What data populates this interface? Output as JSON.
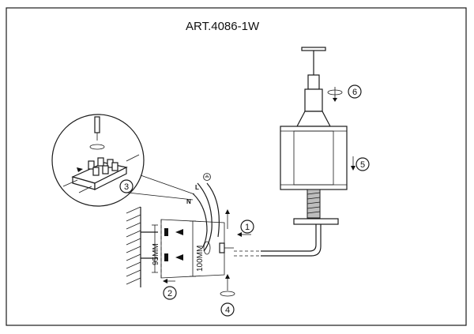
{
  "title": "ART.4086-1W",
  "dimensions": {
    "height_a": "95MM",
    "height_b": "100MM"
  },
  "wire_labels": {
    "live": "L",
    "neutral": "N"
  },
  "steps": [
    "1",
    "2",
    "3",
    "4",
    "5",
    "6"
  ]
}
